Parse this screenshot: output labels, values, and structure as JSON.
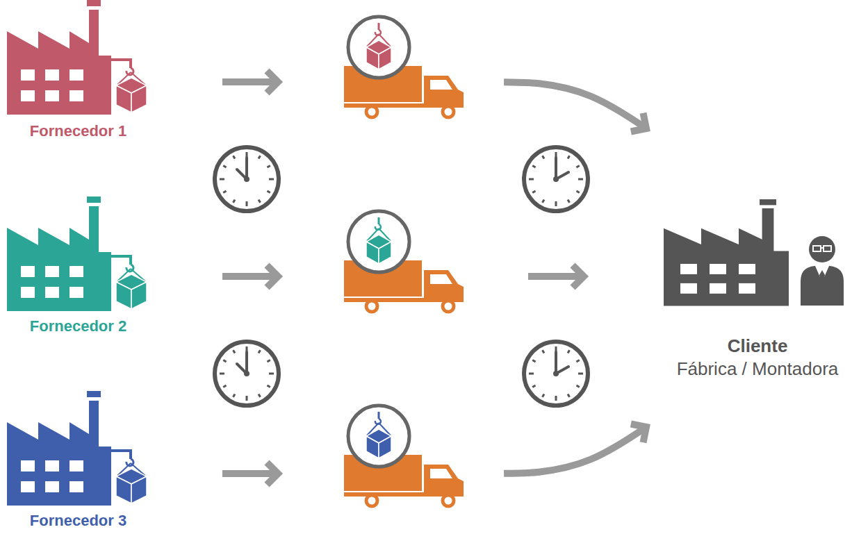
{
  "diagram": {
    "nodes": [
      {
        "text": [
          "Fornecedor 1"
        ]
      },
      {
        "text": [
          "Fornecedor 2"
        ]
      },
      {
        "text": [
          "Fornecedor 3"
        ]
      },
      {
        "text": [
          "Cliente",
          "Fábrica / Montadora"
        ]
      }
    ],
    "edges": [
      {
        "from": 0,
        "to": 3,
        "arrow": "to"
      },
      {
        "from": 1,
        "to": 3,
        "arrow": "to"
      },
      {
        "from": 2,
        "to": 3,
        "arrow": "to"
      }
    ]
  }
}
